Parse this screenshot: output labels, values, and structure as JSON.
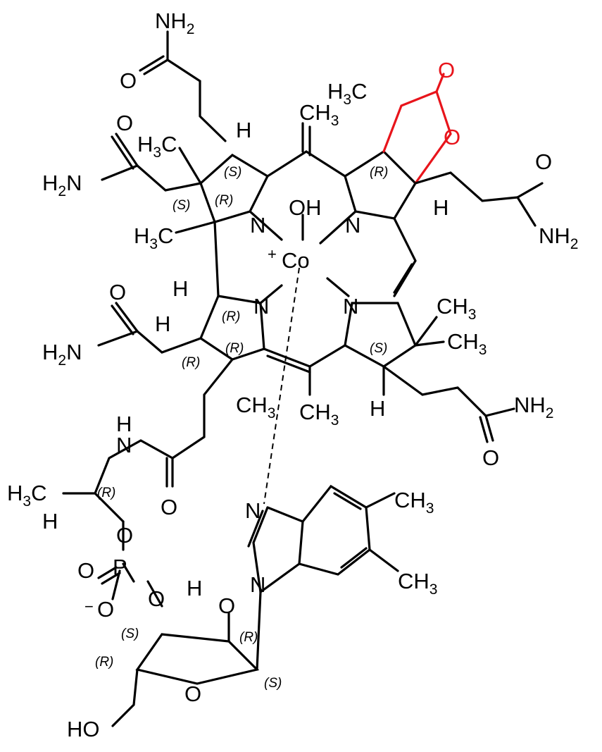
{
  "colors": {
    "ink": "#000000",
    "highlight": "#e8141b"
  },
  "labels": {
    "nh2_top": {
      "main": "NH",
      "sub": "2"
    },
    "o_top": "O",
    "ch3_top": {
      "main": "CH",
      "sub": "3"
    },
    "h3c_top": {
      "main": "H",
      "sub": "3",
      "tail": "C"
    },
    "lactone_o1": "O",
    "lactone_o2": "O",
    "o_right": "O",
    "nh2_right": {
      "main": "NH",
      "sub": "2"
    },
    "o_left": "O",
    "h2n_left": {
      "main": "H",
      "sub": "2",
      "tail": "N"
    },
    "h3c_left": {
      "main": "H",
      "sub": "3",
      "tail": "C"
    },
    "h_top": "H",
    "h_right": "H",
    "oh": "OH",
    "co": "Co",
    "co_charge": "+",
    "n1": "N",
    "n2": "N",
    "n3": "N",
    "n4": "N",
    "h3c_left2": {
      "main": "H",
      "sub": "3",
      "tail": "C"
    },
    "o_left2": "O",
    "h2n_left2": {
      "main": "H",
      "sub": "2",
      "tail": "N"
    },
    "h_left1": "H",
    "h_left2": "H",
    "ch3_r1": {
      "main": "CH",
      "sub": "3"
    },
    "ch3_r2": {
      "main": "CH",
      "sub": "3"
    },
    "ch3_b1": {
      "main": "CH",
      "sub": "3"
    },
    "ch3_b2": {
      "main": "CH",
      "sub": "3"
    },
    "h_bottom": "H",
    "nh2_br": {
      "main": "NH",
      "sub": "2"
    },
    "o_br": "O",
    "nh_h": "H",
    "nh_n": "N",
    "o_amide": "O",
    "h3c_bl": {
      "main": "H",
      "sub": "3",
      "tail": "C"
    },
    "h_bl": "H",
    "o_ester": "O",
    "p": "P",
    "o_p_double": "O",
    "o_p_minus": "O",
    "minus": "−",
    "o_p_down": "O",
    "bzim_n1": "N",
    "bzim_n2": "N",
    "ch3_bz1": {
      "main": "CH",
      "sub": "3"
    },
    "ch3_bz2": {
      "main": "CH",
      "sub": "3"
    },
    "ho_h": "H",
    "ho_o": "O",
    "ring_o": "O",
    "ho_bottom": "HO"
  },
  "stereo": [
    "(S)",
    "(R)",
    "(S)",
    "(R)",
    "(R)",
    "(R)",
    "(R)",
    "(S)",
    "(R)",
    "(S)",
    "(R)",
    "(R)",
    "(S)"
  ]
}
